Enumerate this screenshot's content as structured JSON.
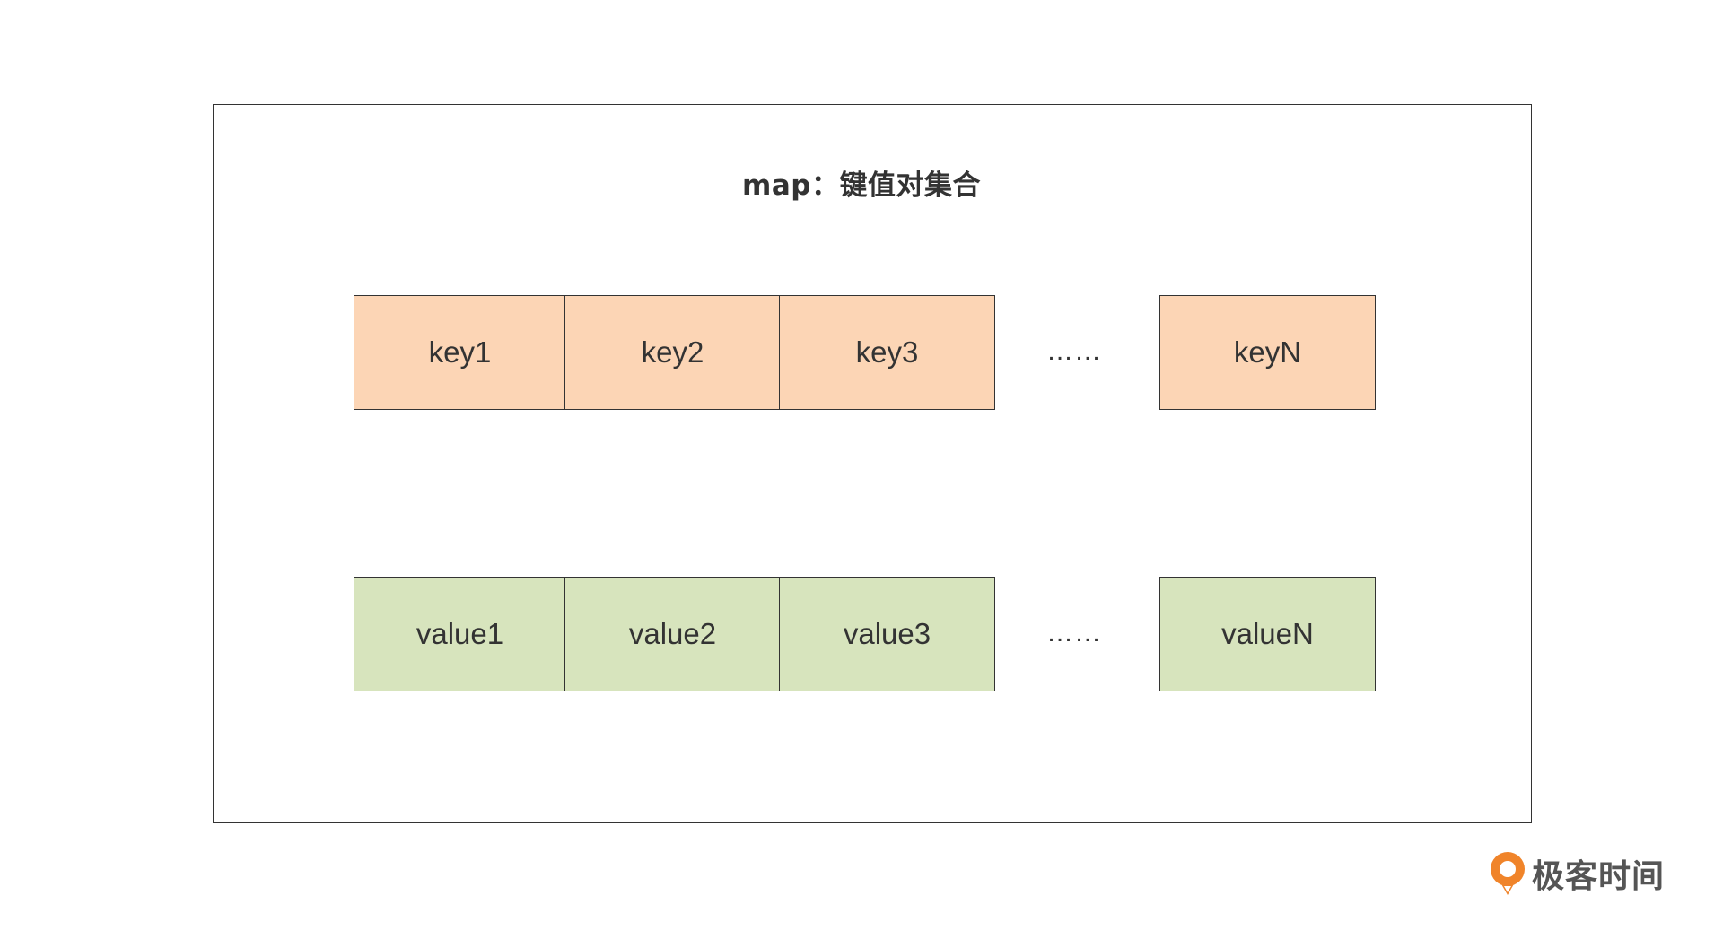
{
  "title": "map：键值对集合",
  "keys": [
    "key1",
    "key2",
    "key3",
    "keyN"
  ],
  "values": [
    "value1",
    "value2",
    "value3",
    "valueN"
  ],
  "ellipsis": "……",
  "colors": {
    "key_fill": "#fcd5b5",
    "value_fill": "#d7e4bd",
    "border": "#333333",
    "logo_accent": "#f0842a"
  },
  "logo": {
    "text": "极客时间",
    "icon": "geektime-logo-icon"
  }
}
